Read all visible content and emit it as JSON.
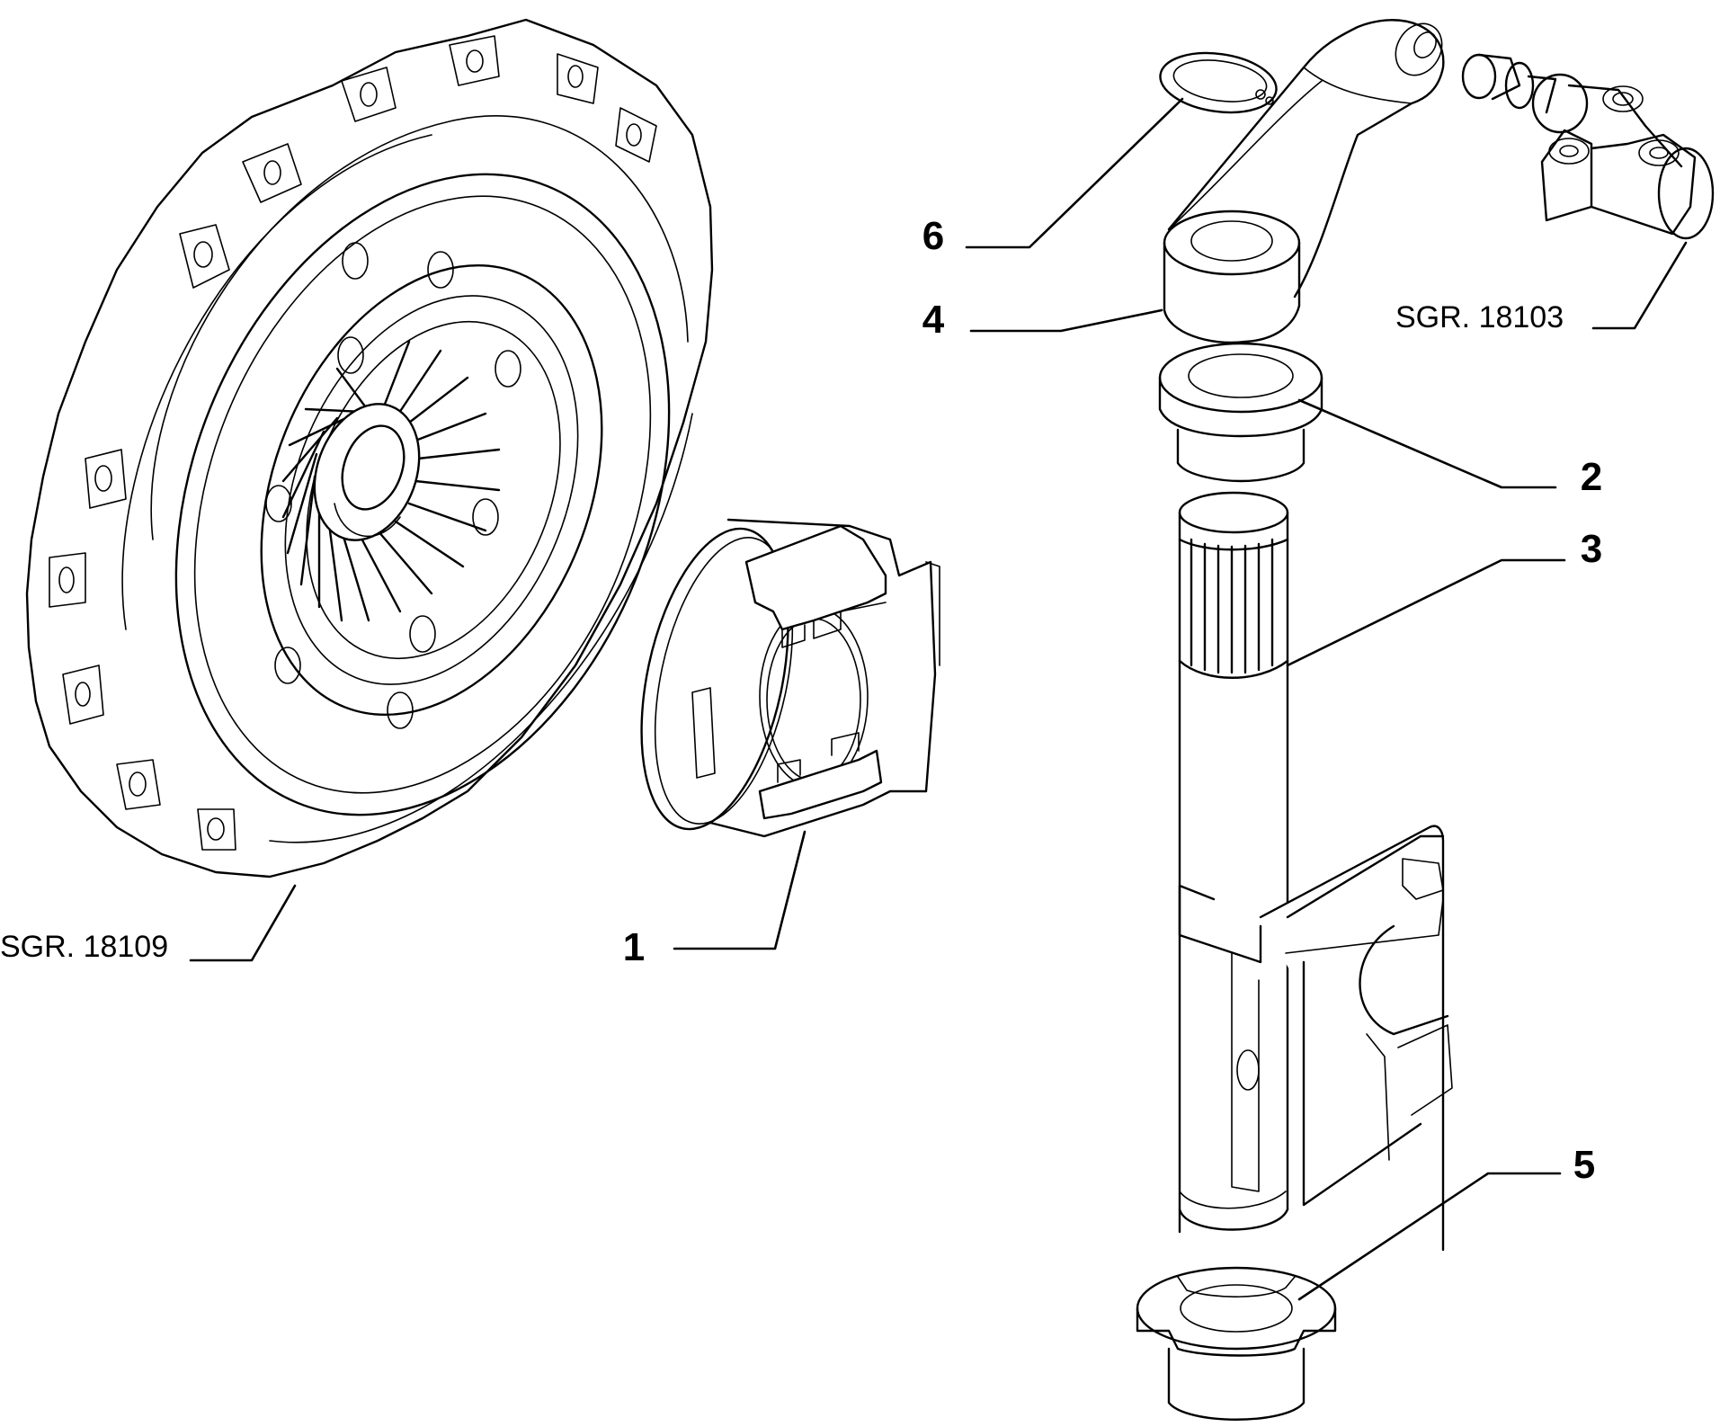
{
  "callouts": {
    "c1": "1",
    "c2": "2",
    "c3": "3",
    "c4": "4",
    "c5": "5",
    "c6": "6"
  },
  "references": {
    "clutch_cover": "SGR. 18109",
    "slave_cylinder": "SGR. 18103"
  }
}
